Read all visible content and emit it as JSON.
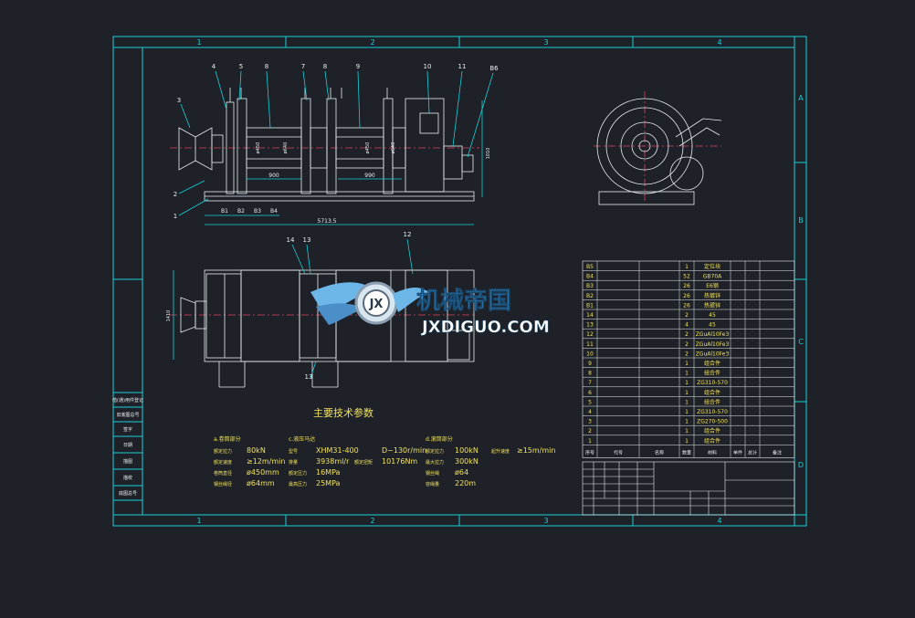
{
  "frame": {
    "zones_top": [
      "1",
      "2",
      "3",
      "4"
    ],
    "zones_bottom": [
      "1",
      "2",
      "3",
      "4"
    ],
    "zones_right": [
      "A",
      "B",
      "C",
      "D"
    ]
  },
  "colors": {
    "background": "#1e2228",
    "frame": "#19d0d8",
    "lines": "#e8eef2",
    "centerline": "#e0405a",
    "watermark": "#6cb6e8"
  },
  "front_view": {
    "balloons": [
      "3",
      "4",
      "5",
      "8",
      "7",
      "9",
      "10",
      "11",
      "B6",
      "2",
      "1"
    ],
    "dims": [
      "900",
      "990",
      "B1",
      "B2",
      "B3",
      "B4",
      "5713.5"
    ],
    "diam_labels": [
      "ø450",
      "ø640",
      "ø450",
      "ø640",
      "1010"
    ]
  },
  "top_view": {
    "balloons": [
      "14",
      "13",
      "12",
      "13"
    ],
    "dims": [
      "1410"
    ]
  },
  "tech": {
    "title": "主要技术参数",
    "groups": [
      "a.卷筒部分",
      "c.液压马达",
      "d.滚筒部分"
    ],
    "rows": [
      [
        "额定拉力",
        "80kN",
        "型号",
        "XHM31-400",
        "",
        "D~130r/min",
        "额定拉力",
        "100kN",
        "起升速度",
        "≥15m/min"
      ],
      [
        "额定速度",
        "≥12m/min",
        "排量",
        "3938ml/r",
        "额定扭矩",
        "10176Nm",
        "最大拉力",
        "300kN",
        "",
        ""
      ],
      [
        "卷筒直径",
        "ø450mm",
        "额定压力",
        "16MPa",
        "",
        "",
        "钢丝绳",
        "ø64",
        "",
        ""
      ],
      [
        "钢丝绳径",
        "ø64mm",
        "最高压力",
        "25MPa",
        "",
        "",
        "容绳量",
        "220m",
        "",
        ""
      ]
    ]
  },
  "bom": {
    "rows": [
      [
        "B5",
        "",
        "1",
        "定位块"
      ],
      [
        "B4",
        "",
        "52",
        "GB70A"
      ],
      [
        "B3",
        "",
        "26",
        "E6钢"
      ],
      [
        "B2",
        "",
        "26",
        "热镀锌"
      ],
      [
        "B1",
        "",
        "26",
        "热镀锌"
      ],
      [
        "14",
        "",
        "2",
        "45"
      ],
      [
        "13",
        "",
        "4",
        "45"
      ],
      [
        "12",
        "",
        "2",
        "ZGuAl10Fe3"
      ],
      [
        "11",
        "",
        "2",
        "ZGuAl10Fe3"
      ],
      [
        "10",
        "",
        "2",
        "ZGuAl10Fe3"
      ],
      [
        "9",
        "",
        "1",
        "组合件"
      ],
      [
        "8",
        "",
        "1",
        "组合件"
      ],
      [
        "7",
        "",
        "1",
        "ZG310-570"
      ],
      [
        "6",
        "",
        "1",
        "组合件"
      ],
      [
        "5",
        "",
        "1",
        "组合件"
      ],
      [
        "4",
        "",
        "1",
        "ZG310-570"
      ],
      [
        "3",
        "",
        "1",
        "ZG270-500"
      ],
      [
        "2",
        "",
        "1",
        "组合件"
      ],
      [
        "1",
        "",
        "1",
        "组合件"
      ]
    ],
    "header": [
      "序号",
      "代号",
      "名称",
      "数量",
      "材料",
      "单件",
      "总计",
      "备注"
    ]
  },
  "left_stamps": [
    "借(通)用件登记",
    "旧底图总号",
    "签字",
    "日期",
    "描图",
    "描校",
    "底图总号"
  ],
  "watermark": {
    "brand": "机械帝国",
    "domain": "JXDIGUO.COM",
    "logo": "JX"
  }
}
